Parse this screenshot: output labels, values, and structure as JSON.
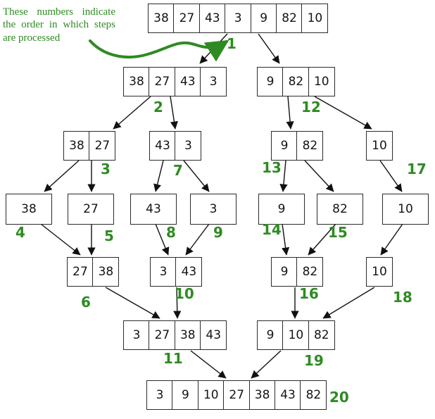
{
  "annotation": {
    "text": "These numbers indicate the order in which steps are processed"
  },
  "nodes": {
    "root": [
      "38",
      "27",
      "43",
      "3",
      "9",
      "82",
      "10"
    ],
    "l1_left": [
      "38",
      "27",
      "43",
      "3"
    ],
    "l1_right": [
      "9",
      "82",
      "10"
    ],
    "l2_a": [
      "38",
      "27"
    ],
    "l2_b": [
      "43",
      "3"
    ],
    "l2_c": [
      "9",
      "82"
    ],
    "l2_d": [
      "10"
    ],
    "leaf_38": [
      "38"
    ],
    "leaf_27": [
      "27"
    ],
    "leaf_43": [
      "43"
    ],
    "leaf_3": [
      "3"
    ],
    "leaf_9": [
      "9"
    ],
    "leaf_82": [
      "82"
    ],
    "leaf_10": [
      "10"
    ],
    "m_27_38": [
      "27",
      "38"
    ],
    "m_3_43": [
      "3",
      "43"
    ],
    "m_9_82": [
      "9",
      "82"
    ],
    "m_10": [
      "10"
    ],
    "m_sorted_left": [
      "3",
      "27",
      "38",
      "43"
    ],
    "m_sorted_right": [
      "9",
      "10",
      "82"
    ],
    "final": [
      "3",
      "9",
      "10",
      "27",
      "38",
      "43",
      "82"
    ]
  },
  "steps": [
    "1",
    "2",
    "3",
    "4",
    "5",
    "6",
    "7",
    "8",
    "9",
    "10",
    "11",
    "12",
    "13",
    "14",
    "15",
    "16",
    "17",
    "18",
    "19",
    "20"
  ],
  "colors": {
    "step": "#2e8b22",
    "annotation": "#2e8b22",
    "box_border": "#2b2b2b",
    "arrow": "#111111"
  }
}
